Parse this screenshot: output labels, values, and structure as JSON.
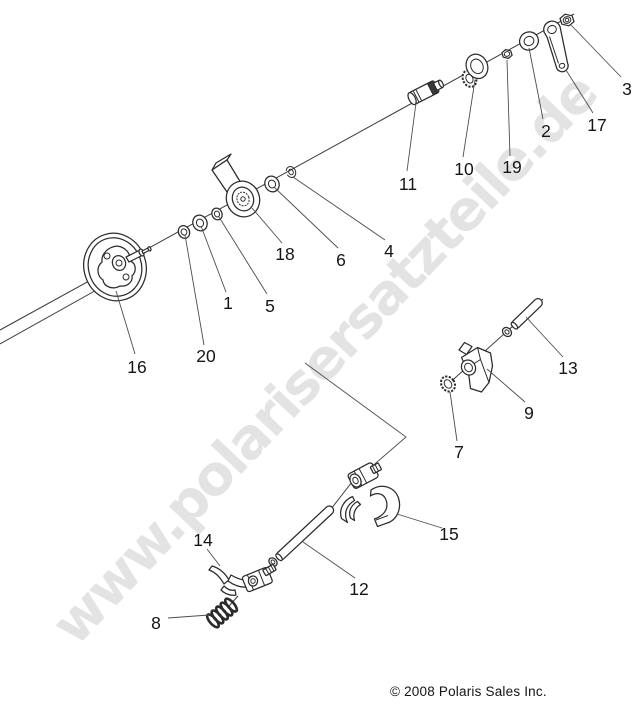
{
  "diagram": {
    "watermark": "www.polarisersatzteile.de",
    "copyright": "© 2008 Polaris Sales Inc.",
    "callouts": [
      "1",
      "2",
      "3",
      "4",
      "5",
      "6",
      "7",
      "8",
      "9",
      "10",
      "11",
      "12",
      "13",
      "14",
      "15",
      "16",
      "17",
      "18",
      "19",
      "20"
    ]
  },
  "colors": {
    "background": "#ffffff",
    "line": "#2b2b2b",
    "leader": "#4d4d4d",
    "label": "#151515",
    "watermark": "#e3e3e3"
  }
}
